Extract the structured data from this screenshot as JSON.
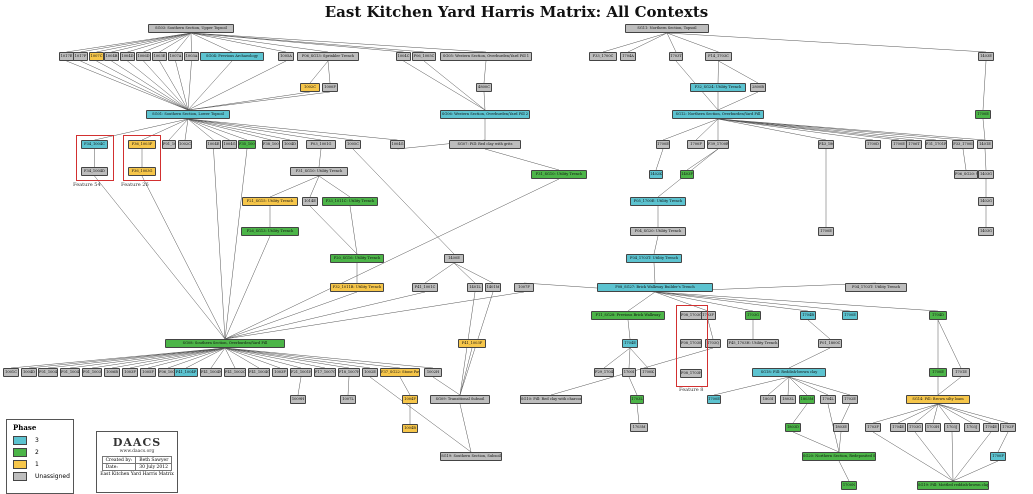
{
  "title": "East Kitchen Yard Harris Matrix: All Contexts",
  "colors": {
    "phase3": "#5cc3d0",
    "phase2": "#4cb548",
    "phase1": "#f6c64a",
    "unassigned": "#bdbdbd"
  },
  "nodes": {
    "a1": "SG03: Southern Section, Upper Topsoil",
    "r1a": "1017E",
    "r1b": "1017F",
    "r1c": "1007C",
    "r1d": "1004B",
    "r1e": "1004D",
    "r1f": "1006D",
    "r1g": "1003E",
    "r1h": "1007A",
    "r1i": "1003A",
    "r1j": "SG04: Previous Archaeology",
    "r1k": "1005A",
    "r1l": "F06_SG13: Sprinkler Trench",
    "r1m": "1004C",
    "r1n": "F06_1005C",
    "r1o": "SG05: Western Section, Overburden/Yard Fill 1",
    "b1": "1002C",
    "b2": "1000F",
    "b3": "4800C",
    "a2": "SG11: Northern Section, Topsoil",
    "t1": "F33_1700C",
    "t2": "1704A",
    "t3": "1703T",
    "t4": "F14_1703C",
    "t5": "1403E",
    "t6": "F32_SG24: Utility Trench",
    "t7": "2800B",
    "sA": "SG01: Southern Section, Lower Topsoil",
    "sB": "SG06: Western Section, Overburden/Yard Fill 2",
    "sC": "SG12: Northern Section, Overburden/Yard Fill",
    "n1": "F01_1003G",
    "n2": "1002C",
    "n3": "1004E",
    "n4": "1004G",
    "n5": "F35_1002B",
    "n6": "F38_1002E",
    "n7": "1004D",
    "n8": "F03_1001G",
    "n9": "1005C",
    "n10": "1004G",
    "f1a": "F34_1004C",
    "f1b": "F34_1004D",
    "f1c": "F36_1003F",
    "f1d": "F36_1003G",
    "feat54": "Feature 54",
    "feat26": "Feature 26",
    "sD": "SG07: Fill: Red clay with grits",
    "sE": "F31_SG10: Utility Trench",
    "mid1": "F31_SG10: Utility Trench",
    "m1": "F21_SG15: Utility Trench",
    "m2": "1014E",
    "m3": "F33_1011C: Utility Trench",
    "m4": "F20_SG16: Utility Trench",
    "m5": "F26_SG13: Utility Trench",
    "m6": "F32_1011B: Utility Trench",
    "q1": "1400E",
    "q2": "F41_1001C",
    "q3": "1401L",
    "q4": "1401M",
    "q5": "F41_1003F",
    "q6": "F41_SG26: Utility Trench",
    "nr1": "1700E",
    "nr2": "1700F",
    "nr3": "F39_1700B",
    "nr4": "F43_1804C",
    "nr5": "1700D",
    "nr6": "1700E",
    "nr7": "1706T",
    "nr8": "F31_1701F",
    "nr9": "F33_1700I",
    "nr10": "1401E",
    "nr11": "1700E",
    "nr12": "1402K",
    "nr13": "1403F",
    "nr14": "1403G",
    "nr15": "F06_SG20: Utility Trench",
    "nr16": "F05_1700E: Utility Trench",
    "nr17": "F04_SG20: Utility Trench",
    "nr18": "1700E",
    "nr19": "F04_1703T: Utility Trench",
    "bigN": "F08_SG27: Brick Walkway Builder's Trench",
    "k1": "1007F",
    "w1": "F11_SG28: Previous Brick Walkway",
    "w2": "1703F",
    "w3": "1703G",
    "w4": "1703Q",
    "w5": "F45_1703H: Utility Trench",
    "w6": "1704B",
    "w7": "1700E",
    "w8": "1704D",
    "w9": "F01_1800C",
    "wf1": "F08_1703G",
    "wf2": "F08_1703S",
    "wf3": "F08_1703H",
    "feat8": "Feature 8",
    "w10": "1704E",
    "w11": "F29_1704F",
    "w12": "1700I",
    "w13": "1700K",
    "w14": "1703L",
    "w15": "1703M",
    "w16": "SG18: Fill: Reddish-brown clay",
    "w17": "1700E",
    "w18": "1803I",
    "w19": "1803L",
    "w20": "1803M",
    "w21": "1704L",
    "w22": "1702E",
    "sF": "SG08: Southern Section, Overburden/Yard Fill",
    "l1": "1001C",
    "l2": "1004D",
    "l3": "F01_1004F",
    "l4": "F01_1004L",
    "l5": "F01_1003C",
    "l6": "1006B",
    "l7": "1003F",
    "l8": "1005F",
    "l9": "F06_1004F",
    "l10": "F41_1004P",
    "l11": "F41_1004N",
    "l12": "F41_1002C",
    "l13": "F41_1004G",
    "l14": "1003F",
    "l15": "F21_1001H",
    "l16": "F17_1007G",
    "l17": "F18_1007H",
    "l18": "1002E",
    "l19": "F37_SG22: Stone Paving",
    "l20": "1002H",
    "f41": "F46_1001A",
    "lb1": "1009H",
    "lb2": "1007L",
    "lb3": "1004F",
    "lb4": "1004B",
    "sG": "SG09: Transitional Subsoil",
    "sH": "SG10: Fill: Red clay with charcoal",
    "sI": "SG19: Southern Section, Subsoil",
    "sJ": "SG20: Northern Section, Redeposited Subsoil",
    "sK": "SG14: Fill: Brown silty loam",
    "sL": "SG19: Fill: Mottled reddish-brown clay",
    "rr1": "1703F",
    "rr2": "1704E",
    "rr3": "1703G",
    "rr4": "1703H",
    "rr5": "1703J",
    "rr6": "1703J",
    "rr7": "1704E",
    "rr8": "1702F",
    "e1": "1700N",
    "e2": "1700M"
  },
  "legend": {
    "title": "Phase",
    "items": [
      "3",
      "2",
      "1",
      "Unassigned"
    ]
  },
  "credits": {
    "logo": "DAACS",
    "website": "www.daacs.org",
    "rows": [
      {
        "k": "Created by:",
        "v": "Beth Sawyer"
      },
      {
        "k": "Date:",
        "v": "30 July 2012"
      }
    ],
    "footer": "East Kitchen Yard Harris Matrix"
  }
}
